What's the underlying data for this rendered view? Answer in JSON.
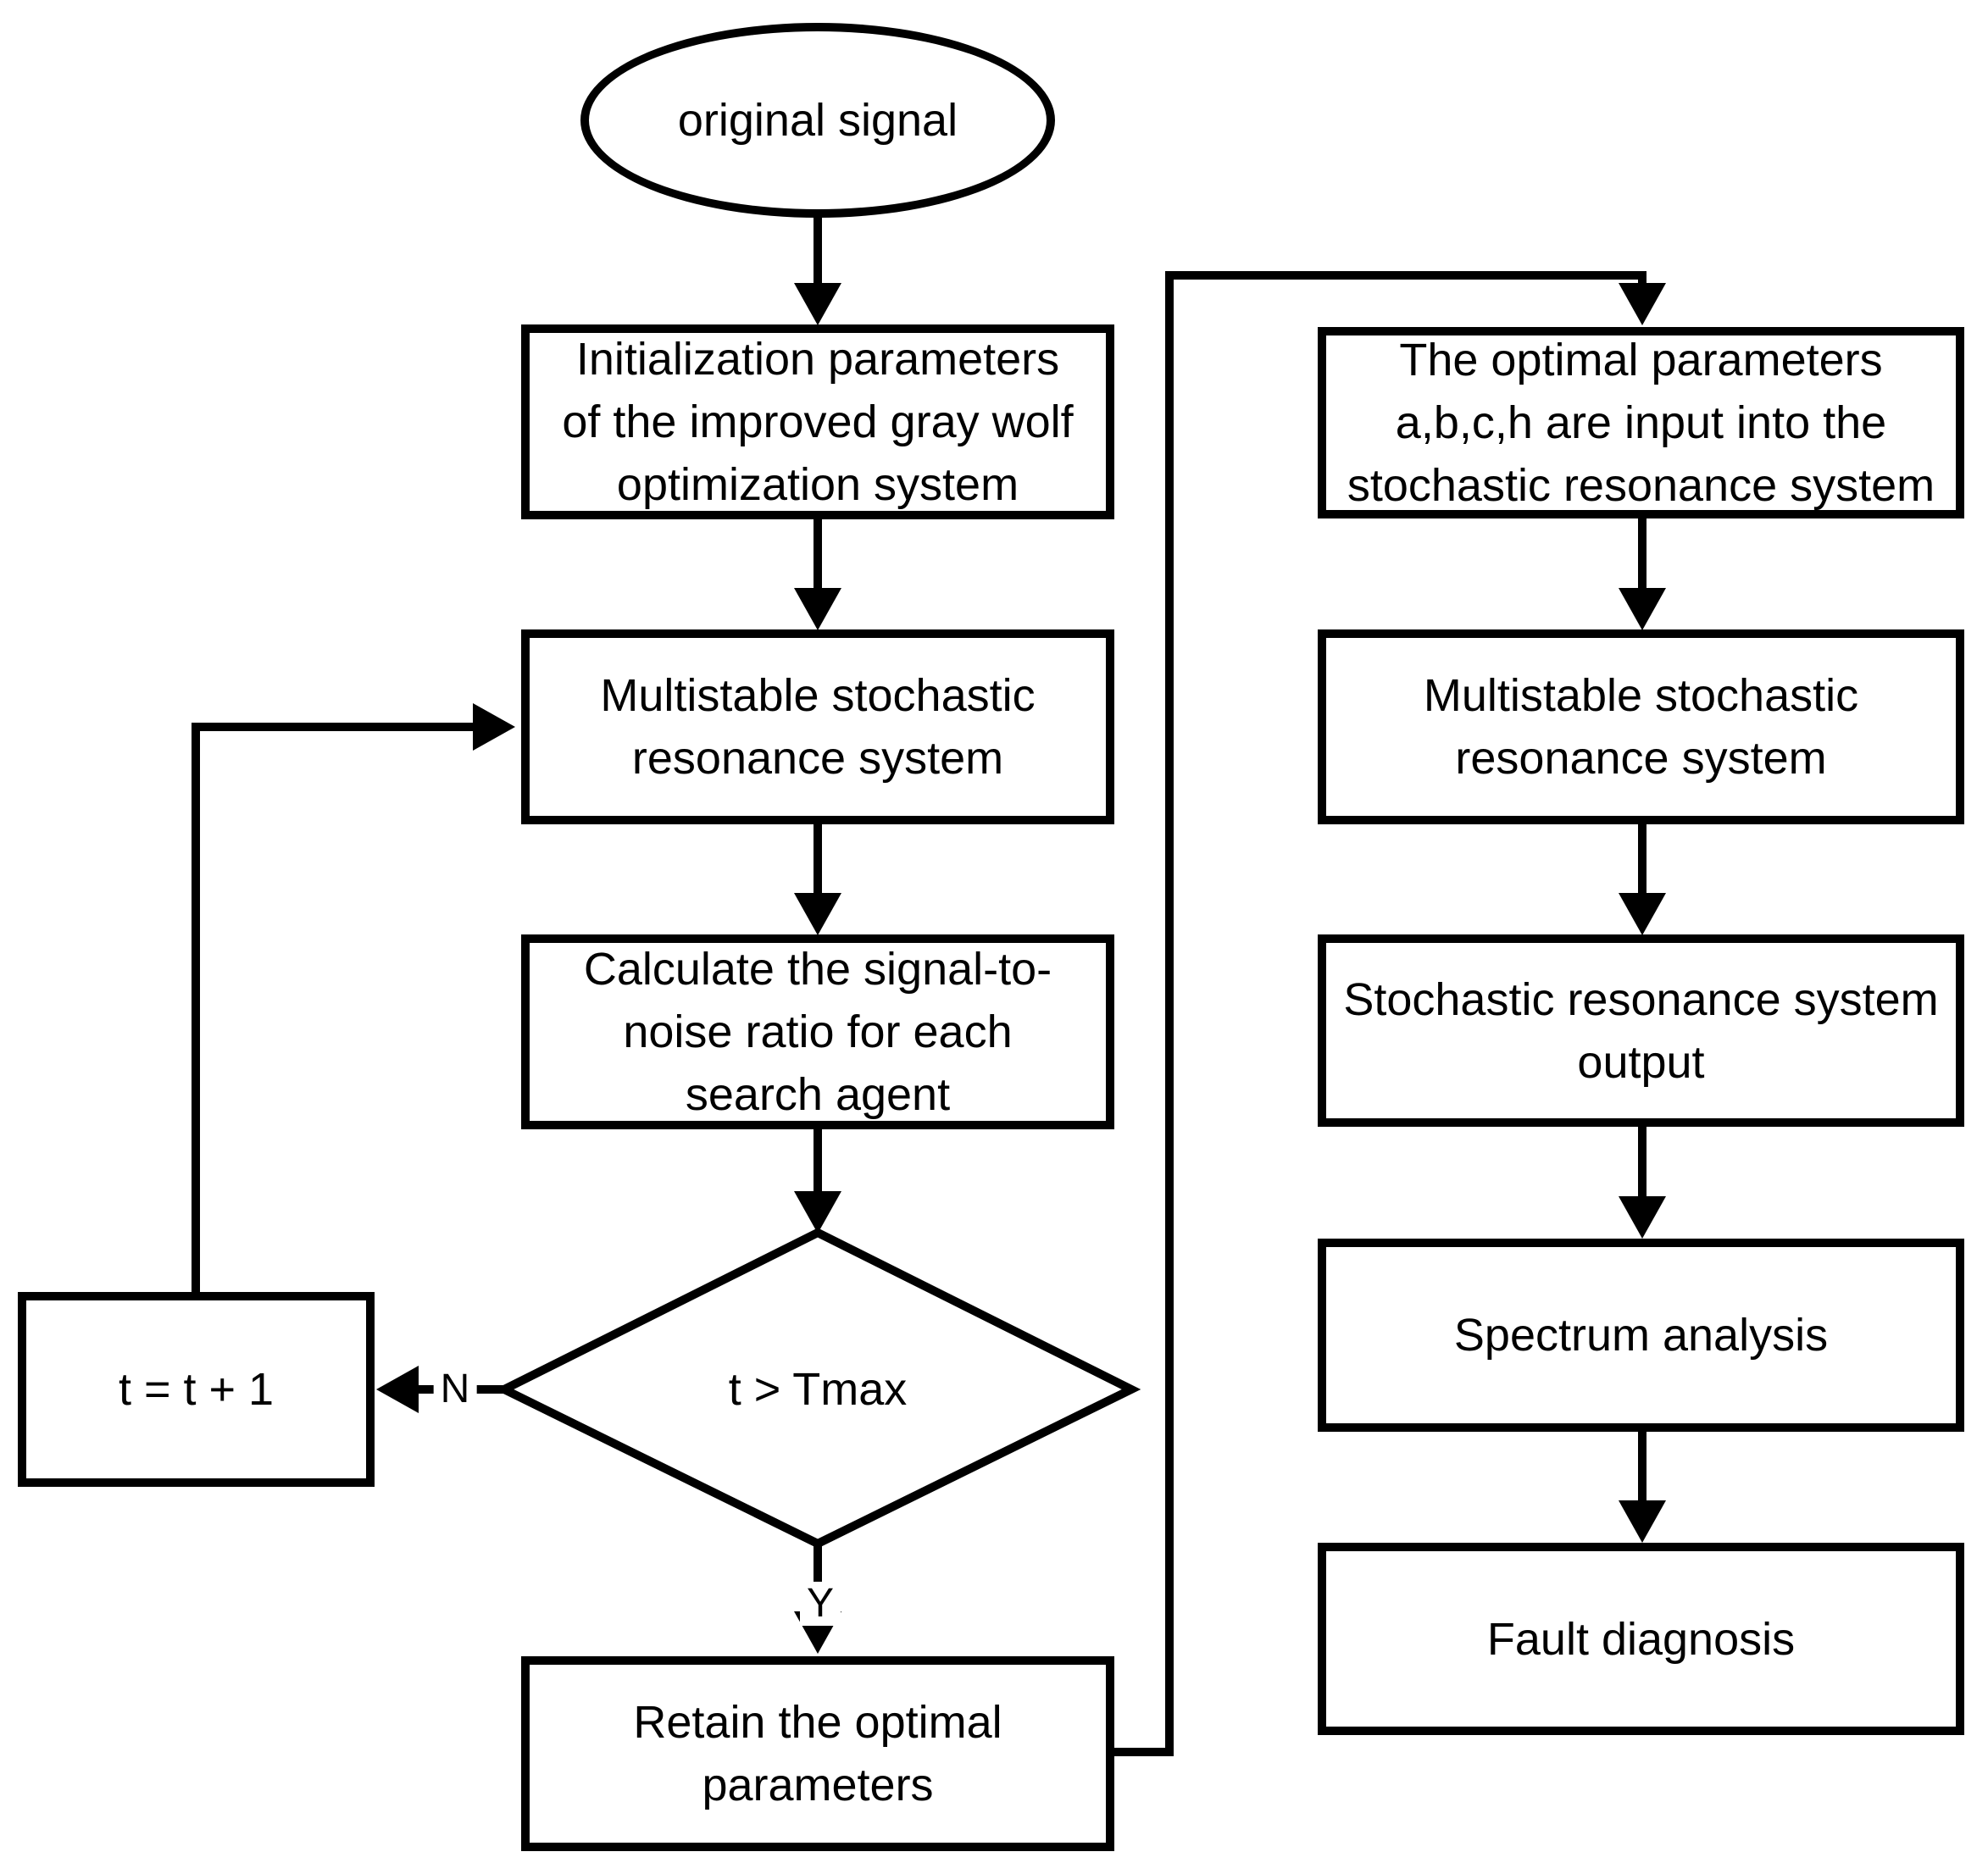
{
  "diagram": {
    "title": "Improved gray wolf optimization stochastic resonance fault diagnosis flowchart",
    "colors": {
      "stroke": "#000000",
      "background": "#ffffff",
      "text": "#000000"
    },
    "nodes": {
      "start": {
        "label": "original signal",
        "shape": "ellipse"
      },
      "init": {
        "label": "Initialization parameters\nof the improved gray wolf\noptimization system",
        "shape": "rect"
      },
      "msr_left": {
        "label": "Multistable stochastic\nresonance system",
        "shape": "rect"
      },
      "calc_snr": {
        "label": "Calculate the signal-to-\nnoise ratio for each\nsearch agent",
        "shape": "rect"
      },
      "decision": {
        "label": "t > Tmax",
        "shape": "diamond"
      },
      "increment": {
        "label": "t = t + 1",
        "shape": "rect"
      },
      "retain": {
        "label": "Retain the optimal\nparameters",
        "shape": "rect"
      },
      "optimal_input": {
        "label": "The optimal parameters\na,b,c,h are input into the\nstochastic resonance system",
        "shape": "rect"
      },
      "msr_right": {
        "label": "Multistable stochastic\nresonance system",
        "shape": "rect"
      },
      "sr_output": {
        "label": "Stochastic resonance system\noutput",
        "shape": "rect"
      },
      "spectrum": {
        "label": "Spectrum analysis",
        "shape": "rect"
      },
      "fault": {
        "label": "Fault diagnosis",
        "shape": "rect"
      }
    },
    "branch_labels": {
      "no": "N",
      "yes": "Y"
    }
  }
}
